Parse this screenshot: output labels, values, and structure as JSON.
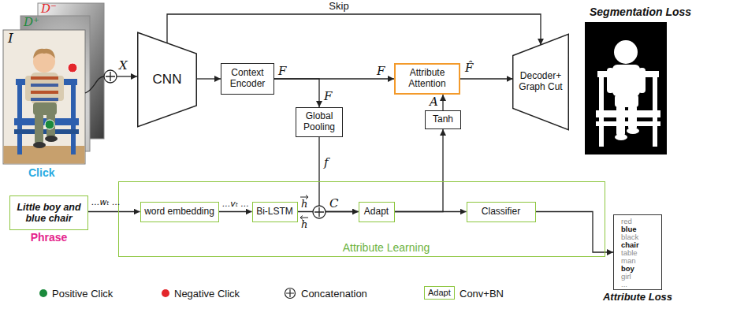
{
  "diagram": {
    "nodes": [
      {
        "text": [
          "CNN"
        ]
      },
      {
        "text": [
          "Context Encoder"
        ]
      },
      {
        "text": [
          "Attribute Attention"
        ]
      },
      {
        "text": [
          "Decoder+ Graph Cut"
        ]
      },
      {
        "text": [
          "Global Pooling"
        ]
      },
      {
        "text": [
          "Tanh"
        ]
      },
      {
        "text": [
          "Attribute Learning"
        ]
      },
      {
        "text": [
          "word embedding"
        ],
        "in": 6
      },
      {
        "text": [
          "Bi-LSTM"
        ],
        "in": 6
      },
      {
        "text": [
          "Adapt"
        ],
        "in": 6
      },
      {
        "text": [
          "Classifier"
        ],
        "in": 6
      },
      {
        "text": [
          "Little boy and blue chair",
          "Phrase"
        ]
      },
      {
        "text": [
          "red",
          "blue",
          "black",
          "chair",
          "table",
          "man",
          "boy",
          "girl",
          "...",
          "Attribute Loss"
        ]
      }
    ],
    "edges": [
      {
        "from": 0,
        "to": 1,
        "arrow": "to"
      },
      {
        "from": 1,
        "to": 2,
        "label": "F",
        "arrow": "to"
      },
      {
        "from": 1,
        "to": 4,
        "label": "F",
        "arrow": "to"
      },
      {
        "from": 2,
        "to": 3,
        "label": "F̂",
        "arrow": "to"
      },
      {
        "from": 0,
        "to": 3,
        "label": "Skip",
        "arrow": "to"
      },
      {
        "from": 4,
        "to": 9,
        "label": "f",
        "arrow": "to"
      },
      {
        "from": 8,
        "to": 9,
        "arrow": "to"
      },
      {
        "from": 7,
        "to": 8,
        "label": "...vₜ ...",
        "arrow": "to"
      },
      {
        "from": 11,
        "to": 7,
        "label": "...wₜ ...",
        "arrow": "to"
      },
      {
        "from": 9,
        "to": 10,
        "arrow": "to"
      },
      {
        "from": 9,
        "to": 5,
        "arrow": "to"
      },
      {
        "from": 5,
        "to": 2,
        "label": "A",
        "arrow": "to"
      },
      {
        "from": 10,
        "to": 12,
        "arrow": "to"
      }
    ],
    "labels": [
      "I",
      "D⁺",
      "D⁻",
      "Click",
      "X",
      "F",
      "C",
      "h",
      "h",
      "Segmentation Loss",
      "Adapt"
    ],
    "legend": [
      {
        "text": "Positive Click",
        "color": "#1b8a3c"
      },
      {
        "text": "Negative Click",
        "color": "#e3262b"
      },
      {
        "text": "Concatenation"
      },
      {
        "text": "Conv+BN"
      }
    ]
  }
}
